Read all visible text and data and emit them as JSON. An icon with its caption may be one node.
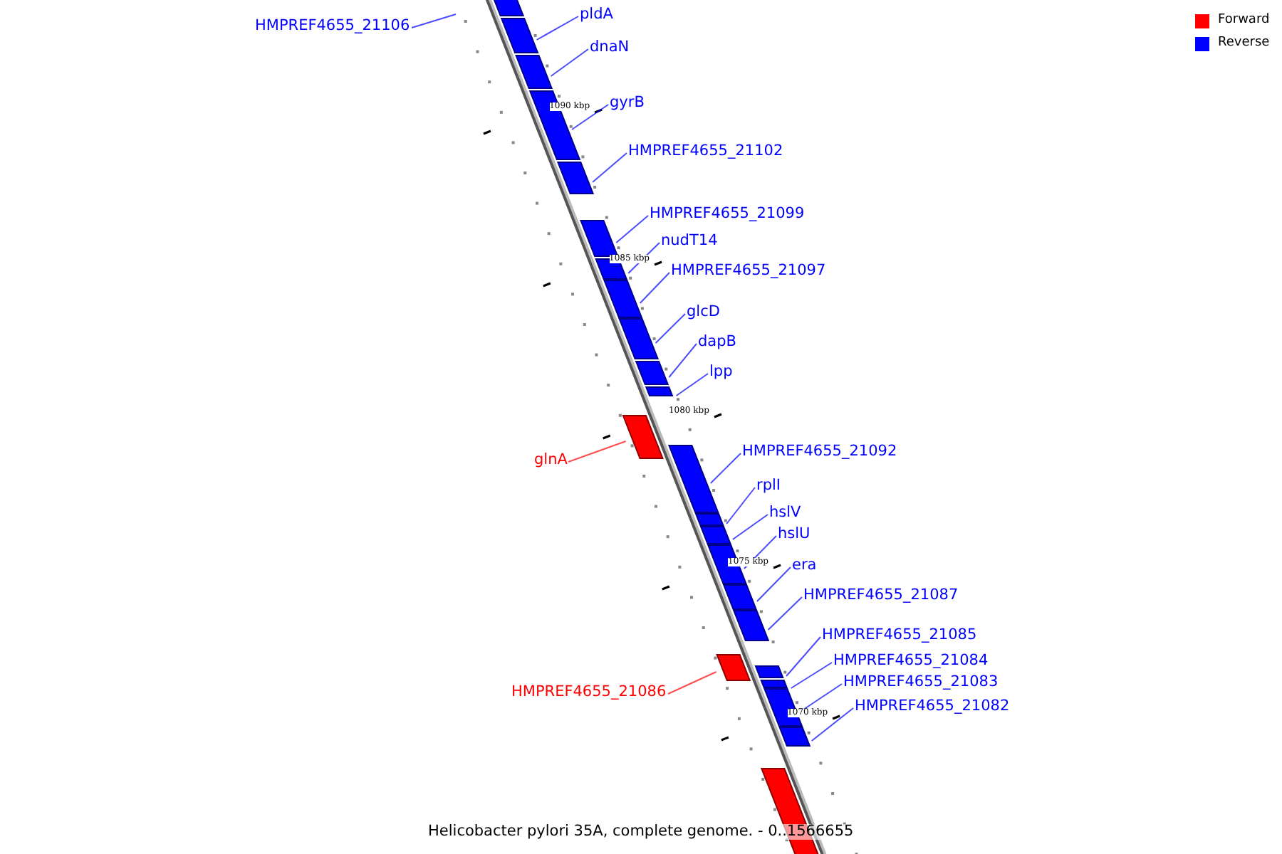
{
  "diagram": {
    "caption": "Helicobacter pylori 35A, complete genome. - 0..1566655",
    "nodes": [
      {
        "text": [
          "HMPREF4655_21106"
        ]
      },
      {
        "text": [
          "pldA"
        ]
      },
      {
        "text": [
          "dnaN"
        ]
      },
      {
        "text": [
          "gyrB"
        ]
      },
      {
        "text": [
          "HMPREF4655_21102"
        ]
      },
      {
        "text": [
          "HMPREF4655_21099"
        ]
      },
      {
        "text": [
          "nudT14"
        ]
      },
      {
        "text": [
          "HMPREF4655_21097"
        ]
      },
      {
        "text": [
          "glcD"
        ]
      },
      {
        "text": [
          "dapB"
        ]
      },
      {
        "text": [
          "lpp"
        ]
      },
      {
        "text": [
          "glnA"
        ]
      },
      {
        "text": [
          "HMPREF4655_21092"
        ]
      },
      {
        "text": [
          "rplI"
        ]
      },
      {
        "text": [
          "hslV"
        ]
      },
      {
        "text": [
          "hslU"
        ]
      },
      {
        "text": [
          "era"
        ]
      },
      {
        "text": [
          "HMPREF4655_21087"
        ]
      },
      {
        "text": [
          "HMPREF4655_21085"
        ]
      },
      {
        "text": [
          "HMPREF4655_21084"
        ]
      },
      {
        "text": [
          "HMPREF4655_21083"
        ]
      },
      {
        "text": [
          "HMPREF4655_21082"
        ]
      },
      {
        "text": [
          "HMPREF4655_21086"
        ]
      },
      {
        "text": [],
        "shape": "bar"
      },
      {
        "text": [],
        "shape": "bar"
      },
      {
        "text": [],
        "shape": "bar"
      },
      {
        "text": [],
        "shape": "bar"
      },
      {
        "text": [],
        "shape": "bar"
      },
      {
        "text": [],
        "shape": "bar"
      },
      {
        "text": [],
        "shape": "bar"
      },
      {
        "text": [],
        "shape": "bar"
      },
      {
        "text": [],
        "shape": "bar"
      },
      {
        "text": [],
        "shape": "bar"
      },
      {
        "text": [],
        "shape": "bar"
      },
      {
        "text": [],
        "shape": "bar"
      },
      {
        "text": [],
        "shape": "bar"
      },
      {
        "text": [],
        "shape": "bar"
      },
      {
        "text": [],
        "shape": "bar"
      },
      {
        "text": [],
        "shape": "bar"
      },
      {
        "text": [],
        "shape": "bar"
      },
      {
        "text": [],
        "shape": "bar"
      },
      {
        "text": [],
        "shape": "bar"
      },
      {
        "text": [],
        "shape": "bar"
      },
      {
        "text": [],
        "shape": "bar"
      },
      {
        "text": [],
        "shape": "bar"
      },
      {
        "text": [],
        "shape": "bar"
      },
      {
        "text": [],
        "shape": "bar"
      }
    ],
    "edges": [
      {
        "from": 0,
        "to": null,
        "arrow": "none"
      },
      {
        "from": 1,
        "to": 24,
        "arrow": "none"
      },
      {
        "from": 2,
        "to": 25,
        "arrow": "none"
      },
      {
        "from": 3,
        "to": 26,
        "arrow": "none"
      },
      {
        "from": 4,
        "to": 27,
        "arrow": "none"
      },
      {
        "from": 5,
        "to": 28,
        "arrow": "none"
      },
      {
        "from": 6,
        "to": 29,
        "arrow": "none"
      },
      {
        "from": 7,
        "to": 30,
        "arrow": "none"
      },
      {
        "from": 8,
        "to": 31,
        "arrow": "none"
      },
      {
        "from": 9,
        "to": 32,
        "arrow": "none"
      },
      {
        "from": 10,
        "to": 33,
        "arrow": "none"
      },
      {
        "from": 11,
        "to": 34,
        "arrow": "none",
        "color": "#ff0000"
      },
      {
        "from": 12,
        "to": 35,
        "arrow": "none"
      },
      {
        "from": 13,
        "to": 36,
        "arrow": "none"
      },
      {
        "from": 14,
        "to": 37,
        "arrow": "none"
      },
      {
        "from": 15,
        "to": 38,
        "arrow": "none"
      },
      {
        "from": 16,
        "to": 39,
        "arrow": "none"
      },
      {
        "from": 17,
        "to": 40,
        "arrow": "none"
      },
      {
        "from": 18,
        "to": 41,
        "arrow": "none"
      },
      {
        "from": 19,
        "to": 42,
        "arrow": "none"
      },
      {
        "from": 20,
        "to": 43,
        "arrow": "none"
      },
      {
        "from": 21,
        "to": 44,
        "arrow": "none"
      },
      {
        "from": 22,
        "to": 45,
        "arrow": "none",
        "color": "#ff0000"
      }
    ],
    "labels": [
      "1090 kbp",
      "1085 kbp",
      "1080 kbp",
      "1075 kbp",
      "1070 kbp"
    ],
    "legend": [
      {
        "text": "Forward",
        "color": "#ff0000"
      },
      {
        "text": "Reverse",
        "color": "#0000ff"
      }
    ]
  }
}
